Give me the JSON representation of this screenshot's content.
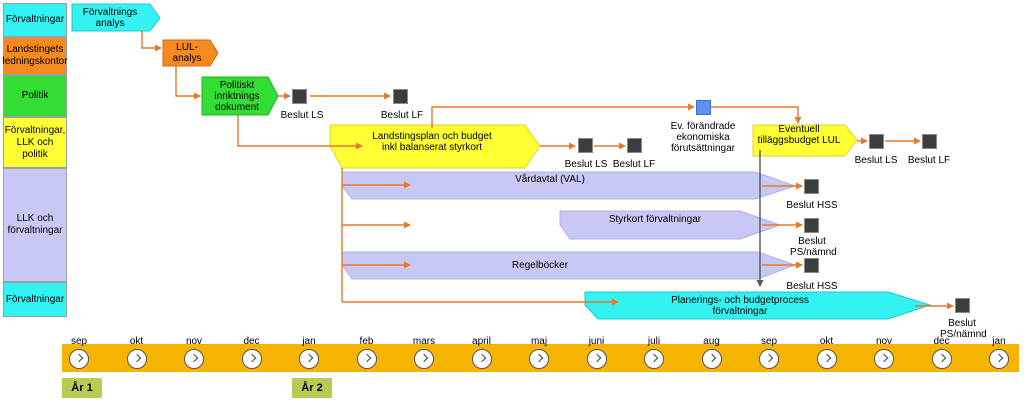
{
  "lanes": [
    {
      "label": "Förvaltningar",
      "color": "#33f2f2"
    },
    {
      "label": "Landstingets ledningskontor",
      "color": "#f58a1f"
    },
    {
      "label": "Politik",
      "color": "#33dd33"
    },
    {
      "label": "Förvaltningar, LLK och politik",
      "color": "#ffff33"
    },
    {
      "label": "LLK och förvaltningar",
      "color": "#c8c8f5"
    },
    {
      "label": "Förvaltningar",
      "color": "#33f2f2"
    }
  ],
  "process": {
    "forvaltningsanalys": "Förvaltnings analys",
    "lul_analys": "LUL- analys",
    "politiskt_dokument": "Politiskt inriktnings dokument",
    "landstingsplan": "Landstingsplan och budget inkl balanserat styrkort",
    "ev_forandrade": "Ev. förändrade ekonomiska förutsättningar",
    "tillaggsbudget": "Eventuell tilläggsbudget LUL",
    "vardavtal": "Vårdavtal (VAL)",
    "styrkort": "Styrkort förvaltningar",
    "regelbocker": "Regelböcker",
    "planeringsprocess": "Planerings- och budgetprocess förvaltningar"
  },
  "decisions": {
    "beslut_ls_1": "Beslut LS",
    "beslut_lf_1": "Beslut LF",
    "beslut_ls_2": "Beslut LS",
    "beslut_lf_2": "Beslut LF",
    "beslut_ls_3": "Beslut LS",
    "beslut_lf_3": "Beslut LF",
    "beslut_hss_1": "Beslut HSS",
    "beslut_ps_1": "Beslut PS/nämnd",
    "beslut_hss_2": "Beslut HSS",
    "beslut_ps_2": "Beslut PS/nämnd"
  },
  "timeline": {
    "months": [
      "sep",
      "okt",
      "nov",
      "dec",
      "jan",
      "feb",
      "mars",
      "april",
      "maj",
      "juni",
      "juli",
      "aug",
      "sep",
      "okt",
      "nov",
      "dec",
      "jan"
    ],
    "years": [
      "År 1",
      "År 2"
    ],
    "color": "#f6b300"
  },
  "colors": {
    "arrow": "#e8782a",
    "cyan": "#33f2f2",
    "orange": "#f58a1f",
    "green": "#33dd33",
    "yellow": "#ffff33",
    "lavender": "#c8c8f5"
  }
}
